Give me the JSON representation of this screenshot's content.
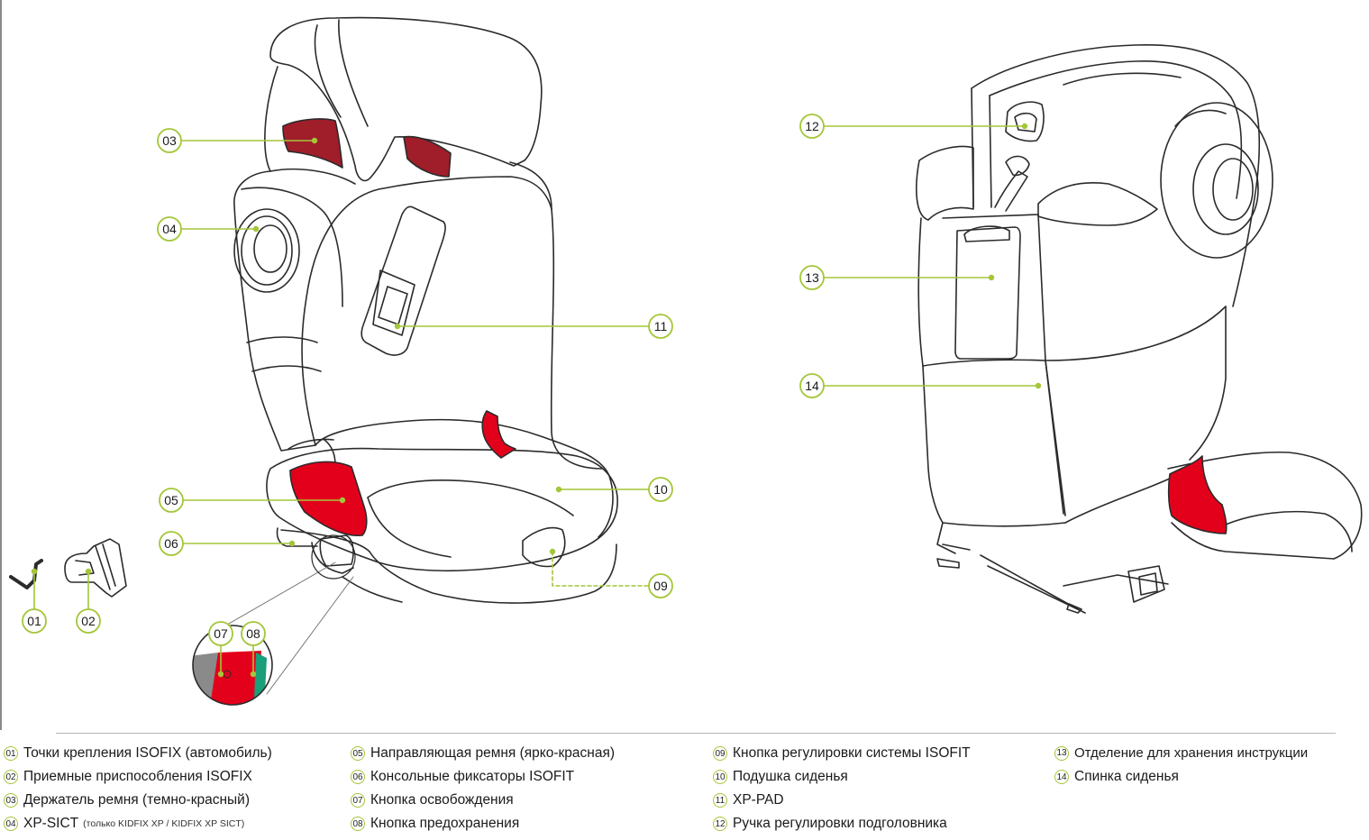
{
  "callouts": {
    "c01": "01",
    "c02": "02",
    "c03": "03",
    "c04": "04",
    "c05": "05",
    "c06": "06",
    "c07": "07",
    "c08": "08",
    "c09": "09",
    "c10": "10",
    "c11": "11",
    "c12": "12",
    "c13": "13",
    "c14": "14"
  },
  "legend": [
    {
      "num": "01",
      "text": "Точки крепления ISOFIX (автомобиль)",
      "note": ""
    },
    {
      "num": "02",
      "text": "Приемные приспособления ISOFIX",
      "note": ""
    },
    {
      "num": "03",
      "text": "Держатель ремня (темно-красный)",
      "note": ""
    },
    {
      "num": "04",
      "text": "XP-SICT",
      "note": "(только KIDFIX XP / KIDFIX XP SICT)"
    },
    {
      "num": "05",
      "text": "Направляющая ремня (ярко-красная)",
      "note": ""
    },
    {
      "num": "06",
      "text": "Консольные фиксаторы ISOFIT",
      "note": ""
    },
    {
      "num": "07",
      "text": "Кнопка освобождения",
      "note": ""
    },
    {
      "num": "08",
      "text": "Кнопка предохранения",
      "note": ""
    },
    {
      "num": "09",
      "text": "Кнопка регулировки системы ISOFIT",
      "note": ""
    },
    {
      "num": "10",
      "text": "Подушка сиденья",
      "note": ""
    },
    {
      "num": "11",
      "text": "XP-PAD",
      "note": ""
    },
    {
      "num": "12",
      "text": "Ручка регулировки подголовника",
      "note": ""
    },
    {
      "num": "13",
      "text": "Отделение для хранения инструкции",
      "note": ""
    },
    {
      "num": "14",
      "text": "Спинка сиденья",
      "note": ""
    }
  ],
  "colors": {
    "callout_green": "#a4c639",
    "belt_guide_red": "#e3001b",
    "belt_holder_dark_red": "#a01d2a",
    "safety_button_green": "#1b9e7a",
    "outline": "#2b2b2b"
  }
}
